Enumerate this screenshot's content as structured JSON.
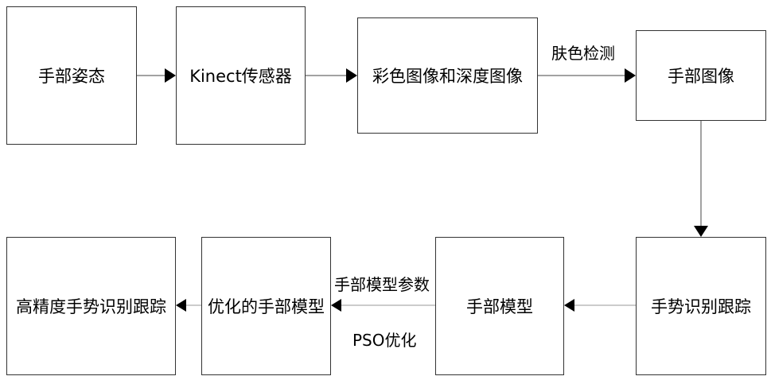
{
  "nodes": {
    "hand_pose": "手部姿态",
    "kinect_sensor": "Kinect传感器",
    "color_depth_images": "彩色图像和深度图像",
    "hand_image": "手部图像",
    "gesture_tracking": "手势识别跟踪",
    "hand_model": "手部模型",
    "optimized_hand_model": "优化的手部模型",
    "high_precision_tracking": "高精度手势识别跟踪"
  },
  "edge_labels": {
    "skin_detection": "肤色检测",
    "hand_model_params": "手部模型参数",
    "pso_optimization": "PSO优化"
  },
  "colors": {
    "box_border": "#333333",
    "line": "#000000",
    "light_line": "#999999"
  }
}
